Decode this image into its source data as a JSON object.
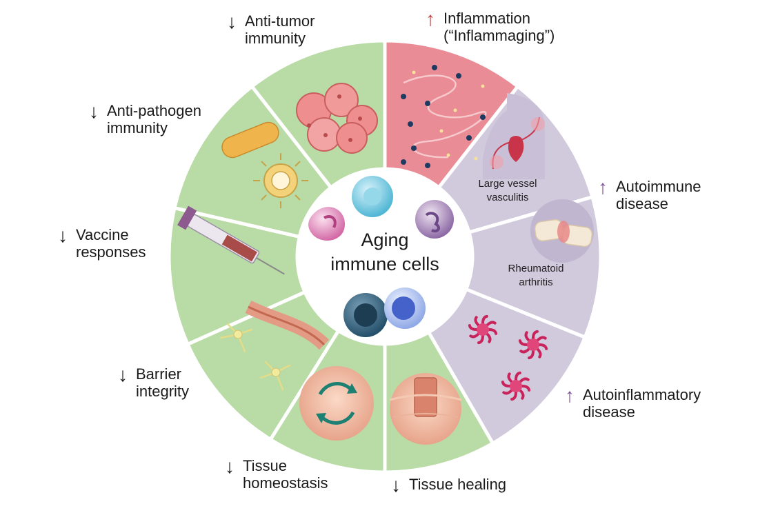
{
  "diagram": {
    "center_label": [
      "Aging",
      "immune cells"
    ],
    "colors": {
      "green": "#b9dba6",
      "lavender": "#d1c9dc",
      "pink": "#ea8c96",
      "up_red": "#c23b3b",
      "up_purple": "#7a4f9a",
      "down": "#1a1a1a"
    },
    "outer_labels": [
      {
        "id": "anti-tumor",
        "arrow": "↓",
        "direction": "down",
        "lines": [
          "Anti-tumor",
          "immunity"
        ]
      },
      {
        "id": "inflammation",
        "arrow": "↑",
        "direction": "up",
        "lines": [
          "Inflammation",
          "(“Inflammaging”)"
        ]
      },
      {
        "id": "anti-pathogen",
        "arrow": "↓",
        "direction": "down",
        "lines": [
          "Anti-pathogen",
          "immunity"
        ]
      },
      {
        "id": "autoimmune",
        "arrow": "↑",
        "direction": "up",
        "lines": [
          "Autoimmune",
          "disease"
        ]
      },
      {
        "id": "vaccine",
        "arrow": "↓",
        "direction": "down",
        "lines": [
          "Vaccine",
          "responses"
        ]
      },
      {
        "id": "barrier",
        "arrow": "↓",
        "direction": "down",
        "lines": [
          "Barrier",
          "integrity"
        ]
      },
      {
        "id": "autoinflammatory",
        "arrow": "↑",
        "direction": "up",
        "lines": [
          "Autoinflammatory",
          "disease"
        ]
      },
      {
        "id": "tissue-homeostasis",
        "arrow": "↓",
        "direction": "down",
        "lines": [
          "Tissue",
          "homeostasis"
        ]
      },
      {
        "id": "tissue-healing",
        "arrow": "↓",
        "direction": "down",
        "lines": [
          "Tissue healing"
        ]
      }
    ],
    "inner_labels": {
      "vasculitis": [
        "Large vessel",
        "vasculitis"
      ],
      "arthritis": [
        "Rheumatoid",
        "arthritis"
      ]
    }
  }
}
